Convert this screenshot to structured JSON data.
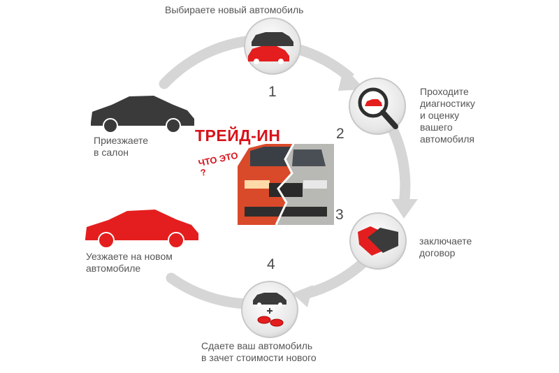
{
  "title": "ТРЕЙД-ИН",
  "subtitle": "ЧТО ЭТО ?",
  "colors": {
    "accent": "#e41e1e",
    "dark": "#3b3b3b",
    "ring": "#d3d3d3",
    "text": "#555555"
  },
  "steps": [
    {
      "number": "1",
      "label_lines": [
        "Выбираете новый автомобиль"
      ],
      "icon": "two-cars-icon"
    },
    {
      "number": "2",
      "label_lines": [
        "Проходите",
        "диагностику",
        "и оценку",
        "вашего",
        "автомобиля"
      ],
      "icon": "magnifier-car-icon"
    },
    {
      "number": "3",
      "label_lines": [
        "заключаете",
        "договор"
      ],
      "icon": "handshake-icon"
    },
    {
      "number": "4",
      "label_lines": [
        "Сдаете ваш автомобиль",
        "в зачет стоимости нового"
      ],
      "icon": "car-plus-coins-icon"
    }
  ],
  "arrive": {
    "label_lines": [
      "Приезжаете",
      "в салон"
    ],
    "icon": "dark-sedan-icon"
  },
  "leave": {
    "label_lines": [
      "Уезжаете на новом",
      "автомобиле"
    ],
    "icon": "red-sedan-icon"
  }
}
